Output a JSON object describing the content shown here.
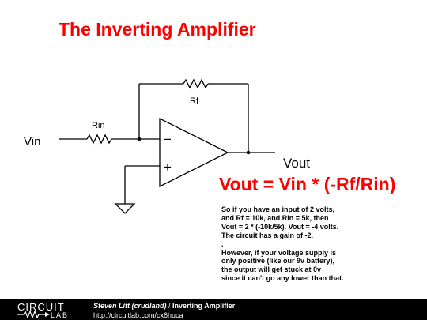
{
  "title": "The Inverting Amplifier",
  "schematic": {
    "input_label": "Vin",
    "output_label": "Vout",
    "rin_label": "Rin",
    "rf_label": "Rf",
    "inverting_symbol": "−",
    "noninverting_symbol": "+"
  },
  "formula": "Vout = Vin * (-Rf/Rin)",
  "notes": [
    "So if you have an input of 2 volts,",
    "and Rf = 10k, and Rin = 5k, then",
    "Vout = 2 * (-10k/5k). Vout = -4 volts.",
    "The circuit has a gain of -2.",
    ".",
    "However, if your voltage supply is",
    "only positive (like our 9v battery),",
    "the output will get stuck at 0v",
    "since it can't go any lower than that."
  ],
  "footer": {
    "logo_top": "CIRCUIT",
    "logo_bottom": "LAB",
    "author": "Steven Litt (crudland)",
    "separator": " / ",
    "circuit_title": "Inverting Amplifier",
    "url": "http://circuitlab.com/cx6huca"
  },
  "colors": {
    "title": "#ff0000",
    "formula": "#ff0000",
    "wire": "#000000",
    "footer_bg": "#000000",
    "footer_text": "#ffffff"
  }
}
